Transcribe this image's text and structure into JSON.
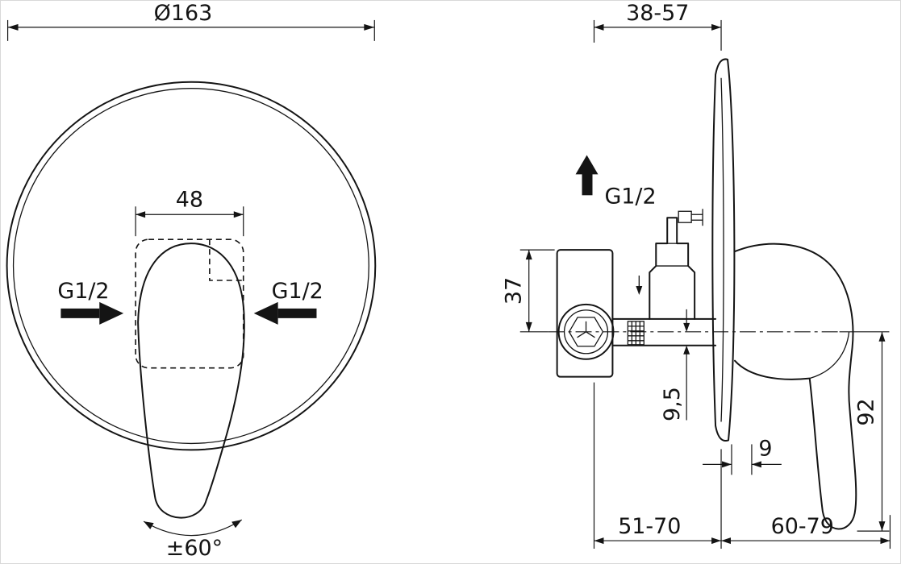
{
  "drawing": {
    "type": "technical-drawing",
    "subject": "concealed shower mixer with lever handle, front and side views",
    "line_color": "#141414",
    "background_color": "#ffffff"
  },
  "front_view": {
    "diameter": "Ø163",
    "handle_width": "48",
    "inlet_left": "G1/2",
    "inlet_right": "G1/2",
    "rotation_range": "±60°"
  },
  "side_view": {
    "depth_range": "38-57",
    "outlet": "G1/2",
    "body_height": "37",
    "outlet_offset": "9,5",
    "handle_height": "92",
    "plate_thickness": "9",
    "depth_min": "51-70",
    "depth_max": "60-79"
  }
}
